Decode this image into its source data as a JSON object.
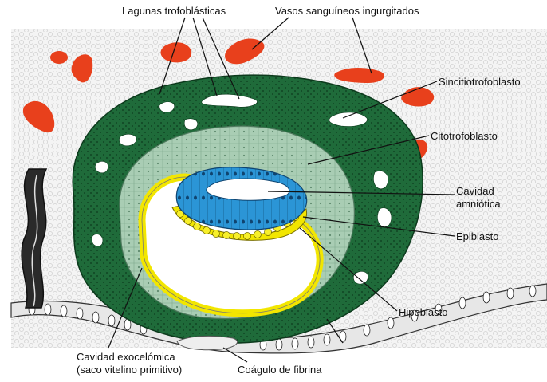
{
  "labels": {
    "trophoblastic_lacunae": "Lagunas trofoblásticas",
    "engorged_vessels": "Vasos sanguíneos ingurgitados",
    "syncytiotrophoblast": "Sincitiotrofoblasto",
    "cytotrophoblast": "Citotrofoblasto",
    "amniotic_cavity_line1": "Cavidad",
    "amniotic_cavity_line2": "amniótica",
    "epiblast": "Epiblasto",
    "hypoblast": "Hipoblasto",
    "exocoelomic_cavity_line1": "Cavidad exocelómica",
    "exocoelomic_cavity_line2": "(saco vitelino primitivo)",
    "fibrin_clot": "Coágulo de fibrina"
  },
  "colors": {
    "syncytiotrophoblast": "#1f6b3a",
    "cytotrophoblast": "#a9cdb4",
    "epiblast": "#2b95d6",
    "hypoblast": "#f2e600",
    "blood_vessels": "#e8401c",
    "endometrium": "#f2f2f2",
    "lacunae": "#ffffff"
  }
}
